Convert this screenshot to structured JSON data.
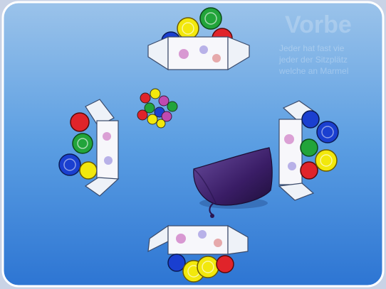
{
  "background": {
    "title": "Vorbe",
    "lines": [
      "Jeder hat fast vie",
      "jeder der Sitzplätz",
      "welche an Marmel"
    ]
  },
  "colors": {
    "red": "#e0242a",
    "green": "#22a43a",
    "blue": "#1a3fd0",
    "yellow": "#f2e80c",
    "bag": "#4a2a7a"
  },
  "players": [
    {
      "seat": "top",
      "chips": [
        "blue",
        "yellow",
        "green",
        "red"
      ]
    },
    {
      "seat": "left",
      "chips": [
        "red",
        "green",
        "blue",
        "yellow"
      ]
    },
    {
      "seat": "right",
      "chips": [
        "blue",
        "blue",
        "green",
        "red",
        "yellow"
      ]
    },
    {
      "seat": "bottom",
      "chips": [
        "blue",
        "yellow",
        "yellow",
        "red"
      ]
    }
  ],
  "center_pile": "small-chips",
  "bag": "drawstring-bag"
}
